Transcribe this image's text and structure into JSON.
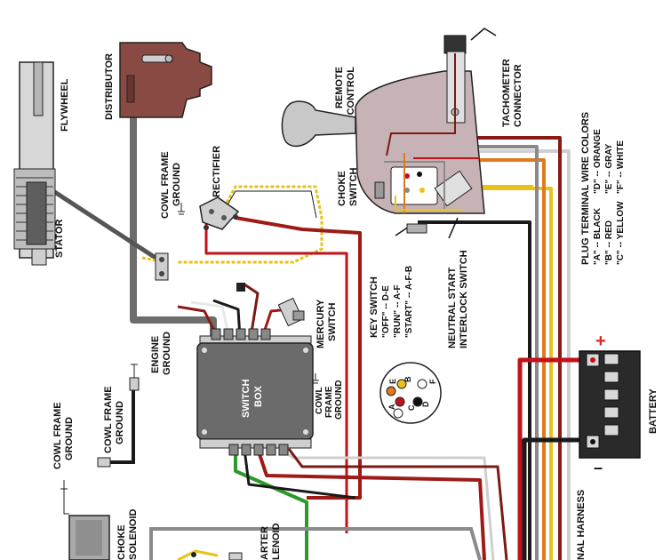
{
  "labels": {
    "flywheel": "FLYWHEEL",
    "stator": "STATOR",
    "distributor": "DISTRIBUTOR",
    "cowl_frame_ground_top_1": "COWL FRAME",
    "cowl_frame_ground_top_2": "GROUND",
    "rectifier": "RECTIFIER",
    "remote_control_1": "REMOTE",
    "remote_control_2": "CONTROL",
    "tachometer_1": "TACHOMETER",
    "tachometer_2": "CONNECTOR",
    "choke_switch_1": "CHOKE",
    "choke_switch_2": "SWITCH",
    "plug_colors_title": "PLUG TERMINAL WIRE COLORS",
    "plug_a": "\"A\" -- BLACK",
    "plug_b": "\"B\" -- RED",
    "plug_c": "\"C\" -- YELLOW",
    "plug_d": "\"D\" -- ORANGE",
    "plug_e": "\"E\" -- GRAY",
    "plug_f": "\"F\" -- WHITE",
    "key_switch_title": "KEY SWITCH",
    "key_off": "\"OFF\" -- D-E",
    "key_run": "\"RUN\" -- A-F",
    "key_start": "\"START\" -- A-F-B",
    "neutral_1": "NEUTRAL START",
    "neutral_2": "INTERLOCK SWITCH",
    "mercury_1": "MERCURY",
    "mercury_2": "SWITCH",
    "engine_ground_1": "ENGINE",
    "engine_ground_2": "GROUND",
    "switch_box_1": "SWITCH",
    "switch_box_2": "BOX",
    "cowl_frame_ground_mid_1": "COWL",
    "cowl_frame_ground_mid_2": "FRAME",
    "cowl_frame_ground_mid_3": "GROUND",
    "cowl_ground_left_1": "COWL FRAME",
    "cowl_ground_left_2": "GROUND",
    "cowl_ground_far_1": "COWL FRAME",
    "cowl_ground_far_2": "GROUND",
    "choke_solenoid_1": "CHOKE",
    "choke_solenoid_2": "SOLENOID",
    "starter_solenoid_1": "ARTER",
    "starter_solenoid_2": "LENOID",
    "battery": "BATTERY",
    "battery_plus": "+",
    "battery_minus": "–",
    "harness": "NAL HARNESS",
    "pin_a": "A",
    "pin_b": "B",
    "pin_c": "C",
    "pin_d": "D",
    "pin_e": "E",
    "pin_f": "F"
  },
  "colors": {
    "red": "#c0121a",
    "dark_red": "#7a1a14",
    "yellow": "#e8c21a",
    "gray": "#8a8a8a",
    "black": "#1a1a1a",
    "orange": "#e07a1a",
    "white_wire": "#d8d8d8",
    "green": "#2a9a2a",
    "switch_box": "#6b6b6b",
    "remote_body": "#c7b3b6",
    "distributor": "#8a4a44"
  }
}
